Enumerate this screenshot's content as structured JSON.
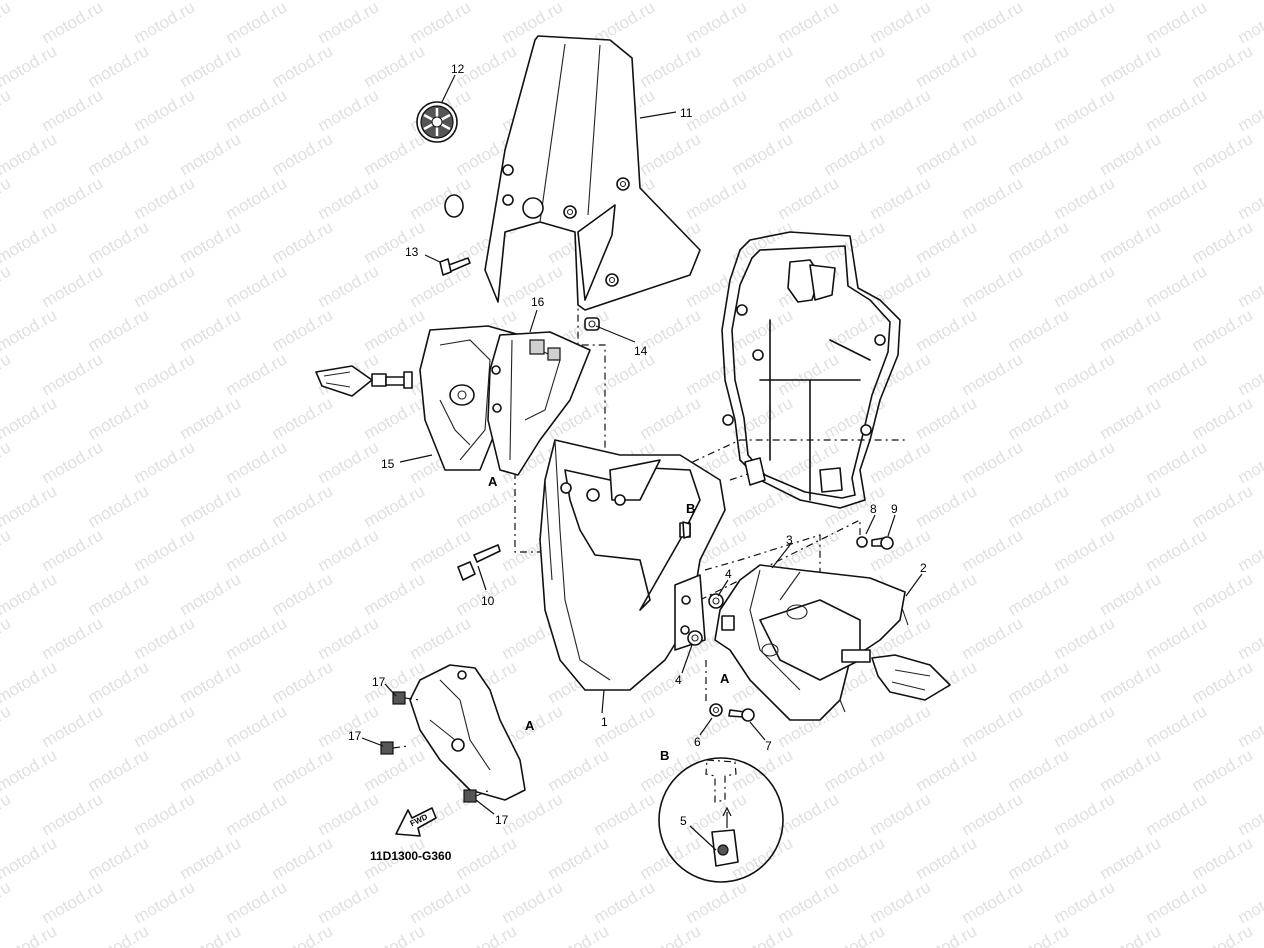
{
  "watermark": "motod.ru",
  "diagram_code": "11D1300-G360",
  "fwd_label": "FWD",
  "detail_letters": {
    "a": "A",
    "b": "B"
  },
  "callouts": {
    "p1": "1",
    "p2": "2",
    "p3": "3",
    "p4a": "4",
    "p4b": "4",
    "p5": "5",
    "p6": "6",
    "p7": "7",
    "p8": "8",
    "p9": "9",
    "p10": "10",
    "p11": "11",
    "p12": "12",
    "p13": "13",
    "p14": "14",
    "p15": "15",
    "p16": "16",
    "p17a": "17",
    "p17b": "17",
    "p17c": "17"
  },
  "colors": {
    "line": "#111111",
    "watermark": "#c8c8c8",
    "background": "#ffffff"
  }
}
